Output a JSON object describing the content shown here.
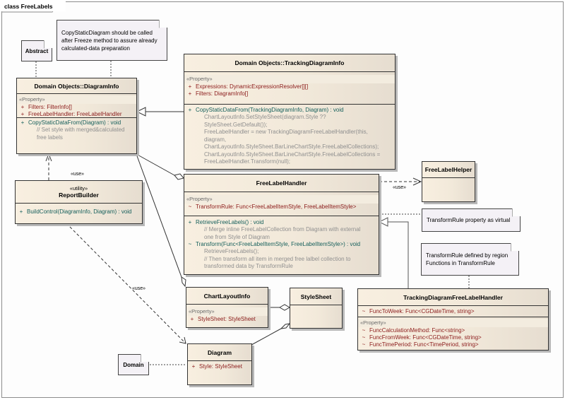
{
  "frame": {
    "title": "class FreeLabels"
  },
  "notes": {
    "abstract": "Abstract",
    "copy_static": "CopyStaticDiagram should be called after Freeze method to assure already calculated-data preparation",
    "transform_virtual": "TransformRule property as virtual",
    "transform_defined": "TransformRule defined by region Functions in TransformRule",
    "domain": "Domain"
  },
  "connector_labels": {
    "use_reportbuilder_diagraminfo": "«use»",
    "use_freelabelhelper": "«use»",
    "use_reportbuilder_diagram": "«use»"
  },
  "classes": {
    "diagram_info": {
      "name": "Domain Objects::DiagramInfo",
      "stereotype": "«Property»",
      "attributes": [
        {
          "vis": "+",
          "text": "Filters:  FilterInfo[]"
        },
        {
          "vis": "+",
          "text": "FreeLabelHandler:  FreeLabelHandler"
        }
      ],
      "operations": [
        {
          "vis": "+",
          "text": "CopyStaticDataFrom(Diagram) : void"
        }
      ],
      "code": [
        "// Set style with merged&calculated",
        "free labels"
      ]
    },
    "tracking_diagram_info": {
      "name": "Domain Objects::TrackingDiagramInfo",
      "stereotype": "«Property»",
      "attributes": [
        {
          "vis": "+",
          "text": "Expressions:  DynamicExpressionResolver[][]"
        },
        {
          "vis": "+",
          "text": "Filters:  DiagramInfo[]"
        }
      ],
      "operations": [
        {
          "vis": "+",
          "text": "CopyStaticDataFrom(TrackingDiagramInfo, Diagram) : void"
        }
      ],
      "code": [
        "ChartLayoutInfo.SetStyleSheet(diagram.Style ??",
        "StyleSheet.GetDefault());",
        "FreeLabelHandler = new TrackingDiagramFreeLabelHandler(this,",
        "diagram,",
        "ChartLayoutInfo.StyleSheet.BarLineChartStyle.FreeLabelCollections);",
        "ChartLayoutInfo.StyleSheet.BarLineChartStyle.FreeLabelCollections =",
        "FreeLabelHandler.Transform(null);"
      ]
    },
    "report_builder": {
      "stereotype": "«utility»",
      "name": "ReportBuilder",
      "operations": [
        {
          "vis": "+",
          "text": "BuildControl(DiagramInfo, Diagram) : void"
        }
      ]
    },
    "free_label_handler": {
      "name": "FreeLabelHandler",
      "stereotype": "«Property»",
      "attributes": [
        {
          "vis": "~",
          "text": "TransformRule:  Func<FreeLabelItemStyle, FreeLabelItemStyle>"
        }
      ],
      "op1": {
        "vis": "+",
        "text": "RetrieveFreeLabels() : void"
      },
      "op1_code": [
        "// Merge inline FreeLabelCollection from Diagram with external",
        "one from Style of Diagram"
      ],
      "op2": {
        "vis": "~",
        "text": "Transform(Func<FreeLabelItemStyle, FreeLabelItemStyle>) : void"
      },
      "op2_code": [
        "RetrieveFreeLabels();",
        "// Then transform all item in merged free lalbel collection to",
        "transformed data by TransformRule"
      ]
    },
    "free_label_helper": {
      "name": "FreeLabelHelper"
    },
    "chart_layout_info": {
      "name": "ChartLayoutInfo",
      "stereotype": "«Property»",
      "attributes": [
        {
          "vis": "+",
          "text": "StyleSheet:  StyleSheet"
        }
      ]
    },
    "style_sheet": {
      "name": "StyleSheet"
    },
    "diagram": {
      "name": "Diagram",
      "attributes": [
        {
          "vis": "+",
          "text": "Style:  StyleSheet"
        }
      ]
    },
    "tracking_handler": {
      "name": "TrackingDiagramFreeLabelHandler",
      "attributes": [
        {
          "vis": "~",
          "text": "FuncToWeek:  Func<CGDateTime, string>"
        }
      ],
      "stereotype": "«Property»",
      "properties": [
        {
          "vis": "~",
          "text": "FuncCalculationMethod:  Func<string>"
        },
        {
          "vis": "~",
          "text": "FuncFromWeek:  Func<CGDateTime, string>"
        },
        {
          "vis": "~",
          "text": "FuncTimePeriod:  Func<TimePeriod, string>"
        }
      ]
    }
  },
  "colors": {
    "class_fill": "#f5ecdd",
    "attribute_text": "#8b1b1b",
    "operation_text": "#17605c",
    "code_text": "#8f8f8f",
    "note_fill": "#f4f1f6"
  }
}
